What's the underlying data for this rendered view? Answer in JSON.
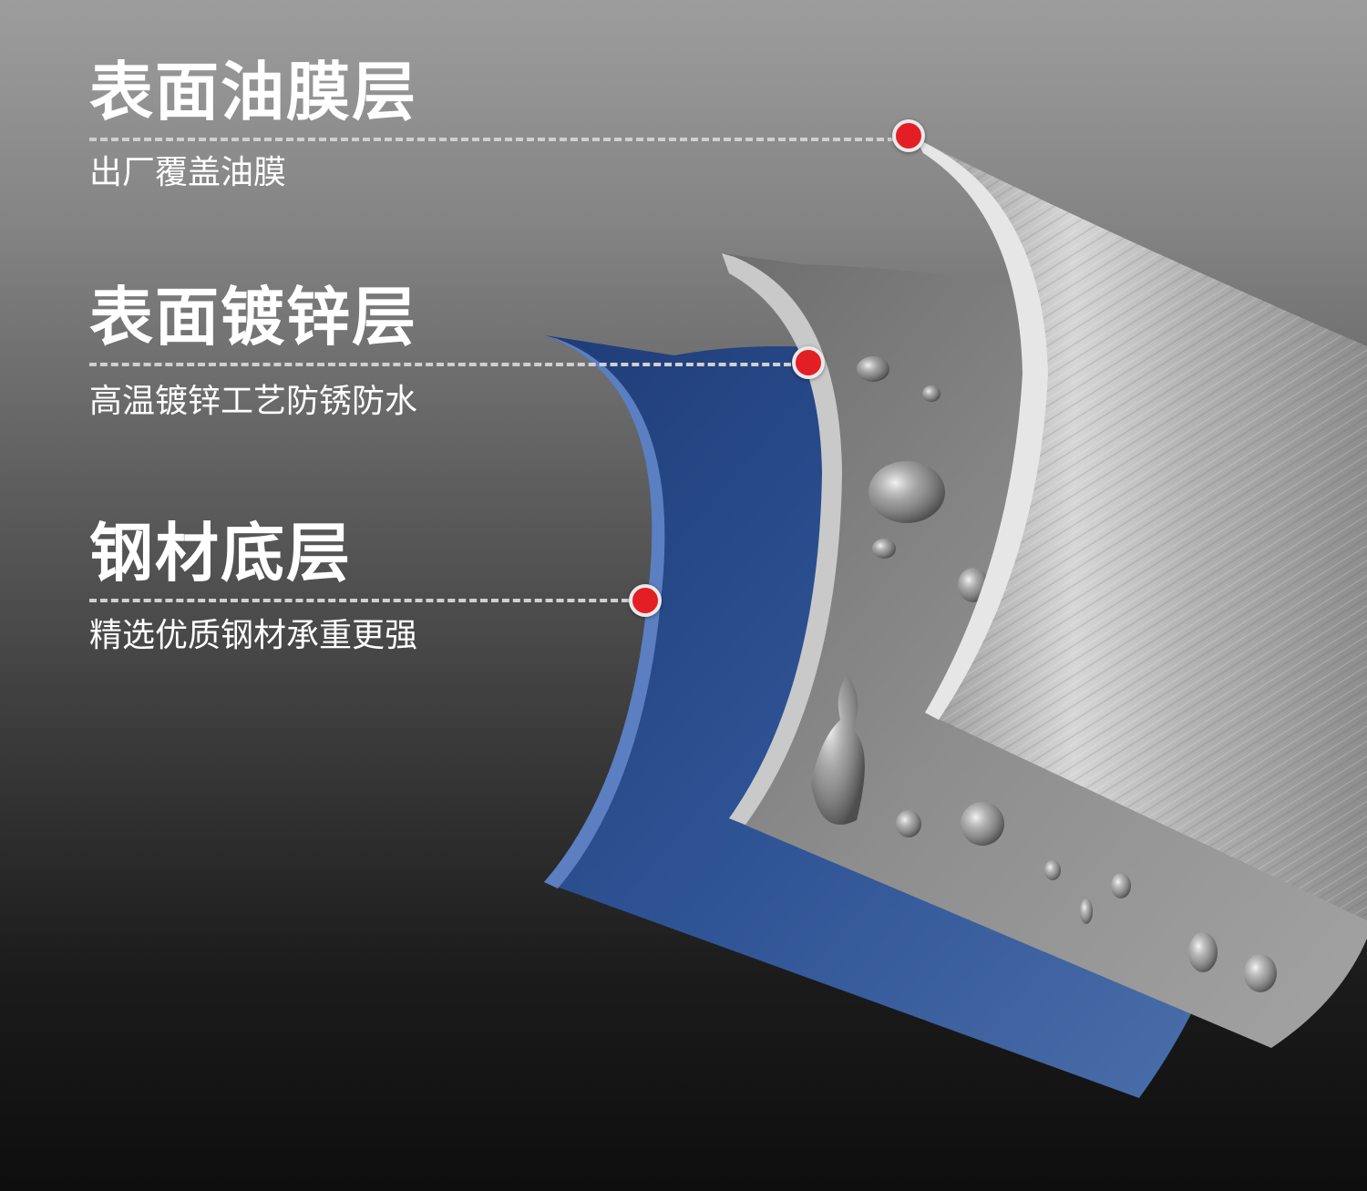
{
  "layers": [
    {
      "title": "表面油膜层",
      "subtitle": "出厂覆盖油膜"
    },
    {
      "title": "表面镀锌层",
      "subtitle": "高温镀锌工艺防锈防水"
    },
    {
      "title": "钢材底层",
      "subtitle": "精选优质钢材承重更强"
    }
  ],
  "colors": {
    "marker": "#e41e25",
    "base_layer": "#2d4f8c",
    "zinc_layer": "#8a8a8a",
    "oil_layer": "#c4c4c4"
  }
}
